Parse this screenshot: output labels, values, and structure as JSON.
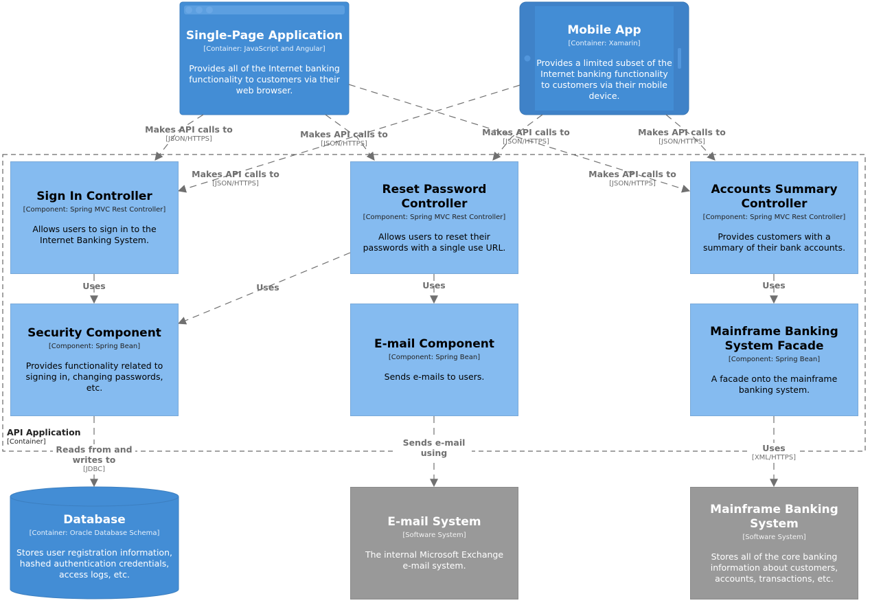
{
  "containers": {
    "spa": {
      "title": "Single-Page Application",
      "tech": "[Container: JavaScript and Angular]",
      "desc": "Provides all of the Internet banking functionality to customers via their web browser."
    },
    "mobile": {
      "title": "Mobile App",
      "tech": "[Container: Xamarin]",
      "desc": "Provides a limited subset of the Internet banking functionality to customers via their mobile device."
    },
    "database": {
      "title": "Database",
      "tech": "[Container: Oracle Database Schema]",
      "desc": "Stores user registration information, hashed authentication credentials, access logs, etc."
    }
  },
  "components": {
    "signin": {
      "title": "Sign In Controller",
      "tech": "[Component: Spring MVC Rest Controller]",
      "desc": "Allows users to sign in to the Internet Banking System."
    },
    "reset": {
      "title": "Reset Password Controller",
      "tech": "[Component: Spring MVC Rest Controller]",
      "desc": "Allows users to reset their passwords with a single use URL."
    },
    "accounts": {
      "title": "Accounts Summary Controller",
      "tech": "[Component: Spring MVC Rest Controller]",
      "desc": "Provides customers with a summary of their bank accounts."
    },
    "security": {
      "title": "Security Component",
      "tech": "[Component: Spring Bean]",
      "desc": "Provides functionality related to signing in, changing passwords, etc."
    },
    "email": {
      "title": "E-mail Component",
      "tech": "[Component: Spring Bean]",
      "desc": "Sends e-mails to users."
    },
    "facade": {
      "title": "Mainframe Banking System Facade",
      "tech": "[Component: Spring Bean]",
      "desc": "A facade onto the mainframe banking system."
    }
  },
  "systems": {
    "emailsys": {
      "title": "E-mail System",
      "tech": "[Software System]",
      "desc": "The internal Microsoft Exchange e-mail system."
    },
    "mainframe": {
      "title": "Mainframe Banking System",
      "tech": "[Software System]",
      "desc": "Stores all of the core banking information about customers, accounts, transactions, etc."
    }
  },
  "boundary": {
    "title": "API Application",
    "tech": "[Container]"
  },
  "relationships": {
    "spa_signin": {
      "label": "Makes API calls to",
      "tech": "[JSON/HTTPS]"
    },
    "spa_reset": {
      "label": "Makes API calls to",
      "tech": "[JSON/HTTPS]"
    },
    "spa_accounts": {
      "label": "Makes API calls to",
      "tech": "[JSON/HTTPS]"
    },
    "mobile_signin": {
      "label": "Makes API calls to",
      "tech": "[JSON/HTTPS]"
    },
    "mobile_reset": {
      "label": "Makes API calls to",
      "tech": "[JSON/HTTPS]"
    },
    "mobile_accounts": {
      "label": "Makes API calls to",
      "tech": "[JSON/HTTPS]"
    },
    "signin_security": {
      "label": "Uses"
    },
    "reset_security": {
      "label": "Uses"
    },
    "reset_email": {
      "label": "Uses"
    },
    "accounts_facade": {
      "label": "Uses"
    },
    "security_db": {
      "label": "Reads from and writes to",
      "tech": "[JDBC]"
    },
    "email_sys": {
      "label": "Sends e-mail using"
    },
    "facade_mainframe": {
      "label": "Uses",
      "tech": "[XML/HTTPS]"
    }
  },
  "colors": {
    "container": "#438dd5",
    "component": "#85bbf0",
    "external": "#999999",
    "line": "#707070"
  }
}
